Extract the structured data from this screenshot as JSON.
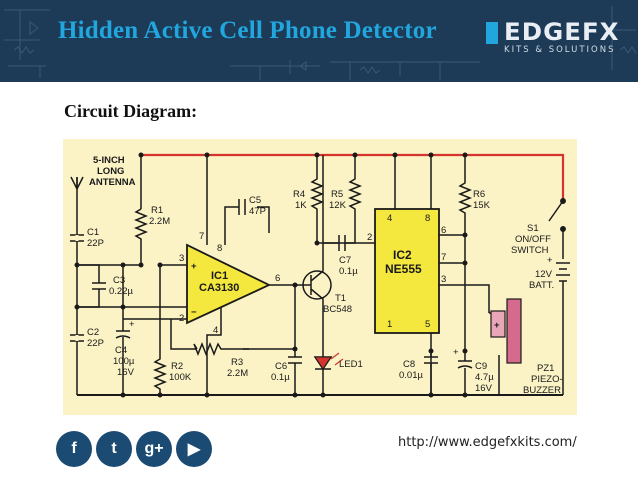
{
  "header": {
    "title": "Hidden Active Cell Phone Detector",
    "logo_text": "EDGEFX",
    "logo_subtext": "KITS & SOLUTIONS"
  },
  "section_heading": "Circuit Diagram:",
  "circuit": {
    "antenna_label": [
      "5-INCH",
      "LONG",
      "ANTENNA"
    ],
    "c1": [
      "C1",
      "22P"
    ],
    "c2": [
      "C2",
      "22P"
    ],
    "c3": [
      "C3",
      "0.22µ"
    ],
    "c4": [
      "C4",
      "100µ",
      "16V"
    ],
    "r1": [
      "R1",
      "2.2M"
    ],
    "r2": [
      "R2",
      "100K"
    ],
    "r3": [
      "R3",
      "2.2M"
    ],
    "r4": [
      "R4",
      "1K"
    ],
    "r5": [
      "R5",
      "12K"
    ],
    "r6": [
      "R6",
      "15K"
    ],
    "c5": [
      "C5",
      "47P"
    ],
    "c6": [
      "C6",
      "0.1µ"
    ],
    "c7": [
      "C7",
      "0.1µ"
    ],
    "c8": [
      "C8",
      "0.01µ"
    ],
    "c9": [
      "C9",
      "4.7µ",
      "16V"
    ],
    "ic1": [
      "IC1",
      "CA3130"
    ],
    "ic2": [
      "IC2",
      "NE555"
    ],
    "t1": [
      "T1",
      "BC548"
    ],
    "led": "LED1",
    "switch": [
      "S1",
      "ON/OFF",
      "SWITCH"
    ],
    "battery": [
      "12V",
      "BATT."
    ],
    "buzzer": [
      "PZ1",
      "PIEZO-",
      "BUZZER"
    ],
    "ic1_pins": [
      "7",
      "8",
      "3",
      "2",
      "4",
      "6"
    ],
    "ic2_pins": [
      "4",
      "8",
      "6",
      "2",
      "7",
      "3",
      "1",
      "5"
    ],
    "plus": "+",
    "minus": "−"
  },
  "footer": {
    "url": "http://www.edgefxkits.com/",
    "icons": [
      {
        "name": "facebook-icon",
        "glyph": "f"
      },
      {
        "name": "twitter-icon",
        "glyph": "t"
      },
      {
        "name": "google-plus-icon",
        "glyph": "g+"
      },
      {
        "name": "play-icon",
        "glyph": "▶"
      }
    ]
  },
  "colors": {
    "banner": "#1d3a57",
    "title": "#21a6de",
    "diagram_background": "#fbf3c6",
    "ic_fill": "#f4e83f",
    "rail": "#d5342c",
    "social": "#1b4a73"
  }
}
